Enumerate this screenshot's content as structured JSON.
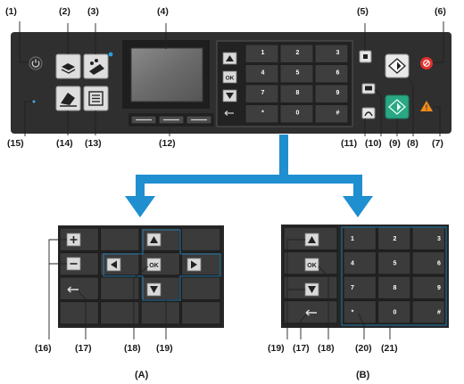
{
  "callouts": {
    "n1": "(1)",
    "n2": "(2)",
    "n3": "(3)",
    "n4": "(4)",
    "n5": "(5)",
    "n6": "(6)",
    "n7": "(7)",
    "n8": "(8)",
    "n9": "(9)",
    "n10": "(10)",
    "n11": "(11)",
    "n12": "(12)",
    "n13": "(13)",
    "n14": "(14)",
    "n15": "(15)",
    "a16": "(16)",
    "a17": "(17)",
    "a18": "(18)",
    "a19": "(19)",
    "b19": "(19)",
    "b17": "(17)",
    "b18": "(18)",
    "b20": "(20)",
    "b21": "(21)"
  },
  "panel_keypad": {
    "keys": [
      "1",
      "2",
      "3",
      "4",
      "5",
      "6",
      "7",
      "8",
      "9",
      "*",
      "0",
      "#"
    ],
    "ok": "OK"
  },
  "detail_a": {
    "caption": "(A)",
    "ok": "OK"
  },
  "detail_b": {
    "caption": "(B)",
    "ok": "OK",
    "keys": [
      "1",
      "2",
      "3",
      "4",
      "5",
      "6",
      "7",
      "8",
      "9",
      "*",
      "0",
      "#"
    ]
  },
  "colors": {
    "panel": "#2f2f2f",
    "arrow": "#1f8fd0",
    "start_color": "#2aa784",
    "stop": "#e0302e",
    "alarm": "#f08a1c",
    "screen": "#6d6d6d"
  }
}
